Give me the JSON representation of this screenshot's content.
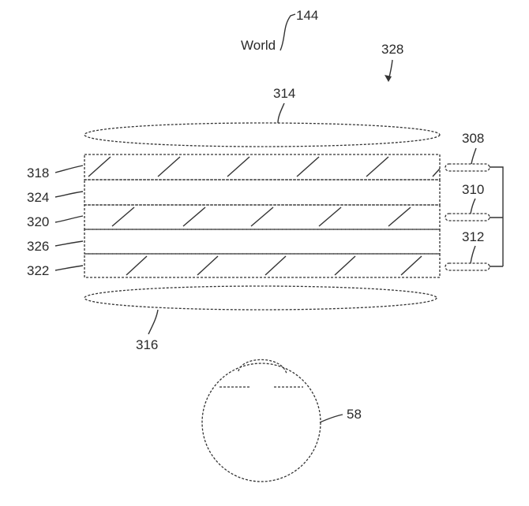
{
  "diagram": {
    "labels": {
      "world": "World",
      "ref_144": "144",
      "ref_328": "328",
      "ref_314": "314",
      "ref_316": "316",
      "ref_318": "318",
      "ref_324": "324",
      "ref_320": "320",
      "ref_326": "326",
      "ref_322": "322",
      "ref_308": "308",
      "ref_310": "310",
      "ref_312": "312",
      "ref_58": "58"
    },
    "colors": {
      "stroke": "#333333",
      "stipple": "#8a8a8a",
      "background": "#ffffff"
    }
  }
}
